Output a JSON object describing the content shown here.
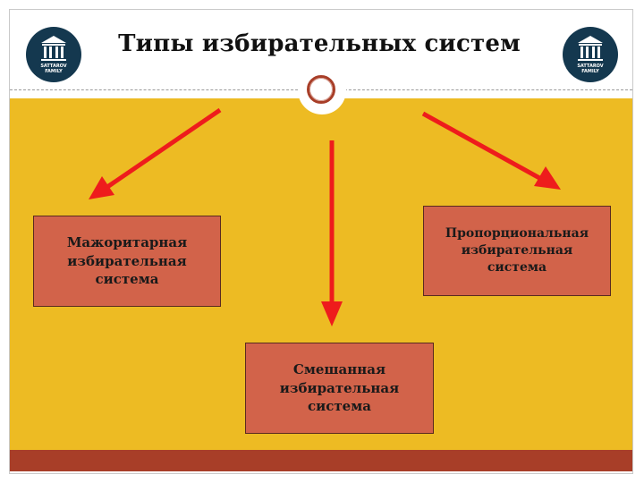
{
  "slide": {
    "title": "Типы избирательных систем",
    "logo_text_line1": "SATTAROV",
    "logo_text_line2": "FAMILY"
  },
  "diagram": {
    "nodes": [
      {
        "id": "majoritarian",
        "lines": [
          "Мажоритарная",
          "избирательная",
          "система"
        ]
      },
      {
        "id": "proportional",
        "lines": [
          "Пропорциональная",
          "избирательная",
          "система"
        ]
      },
      {
        "id": "mixed",
        "lines": [
          "Смешанная",
          "избирательная",
          "система"
        ]
      }
    ],
    "edges": [
      {
        "to": "majoritarian"
      },
      {
        "to": "mixed"
      },
      {
        "to": "proportional"
      }
    ]
  },
  "colors": {
    "background": "#edbb23",
    "box_fill": "#d2634a",
    "arrow": "#ee1c1c",
    "bottom_bar": "#a83e28",
    "logo": "#14384f"
  },
  "icons": [
    "building-columns-icon",
    "circle-ring-icon",
    "arrow-icon"
  ]
}
